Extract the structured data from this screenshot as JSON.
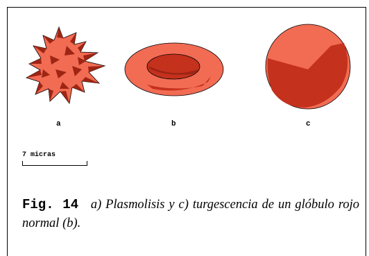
{
  "labels": {
    "a": "a",
    "b": "b",
    "c": "c"
  },
  "scale": {
    "text": "7 micras"
  },
  "caption": {
    "fig_label": "Fig. 14",
    "text": "a) Plasmolisis y c) turgescencia de un glóbulo rojo normal (b)."
  },
  "colors": {
    "cell_fill": "#f26b53",
    "cell_dark": "#c4311d",
    "spike_dark": "#9e2514",
    "outline": "#000000"
  }
}
